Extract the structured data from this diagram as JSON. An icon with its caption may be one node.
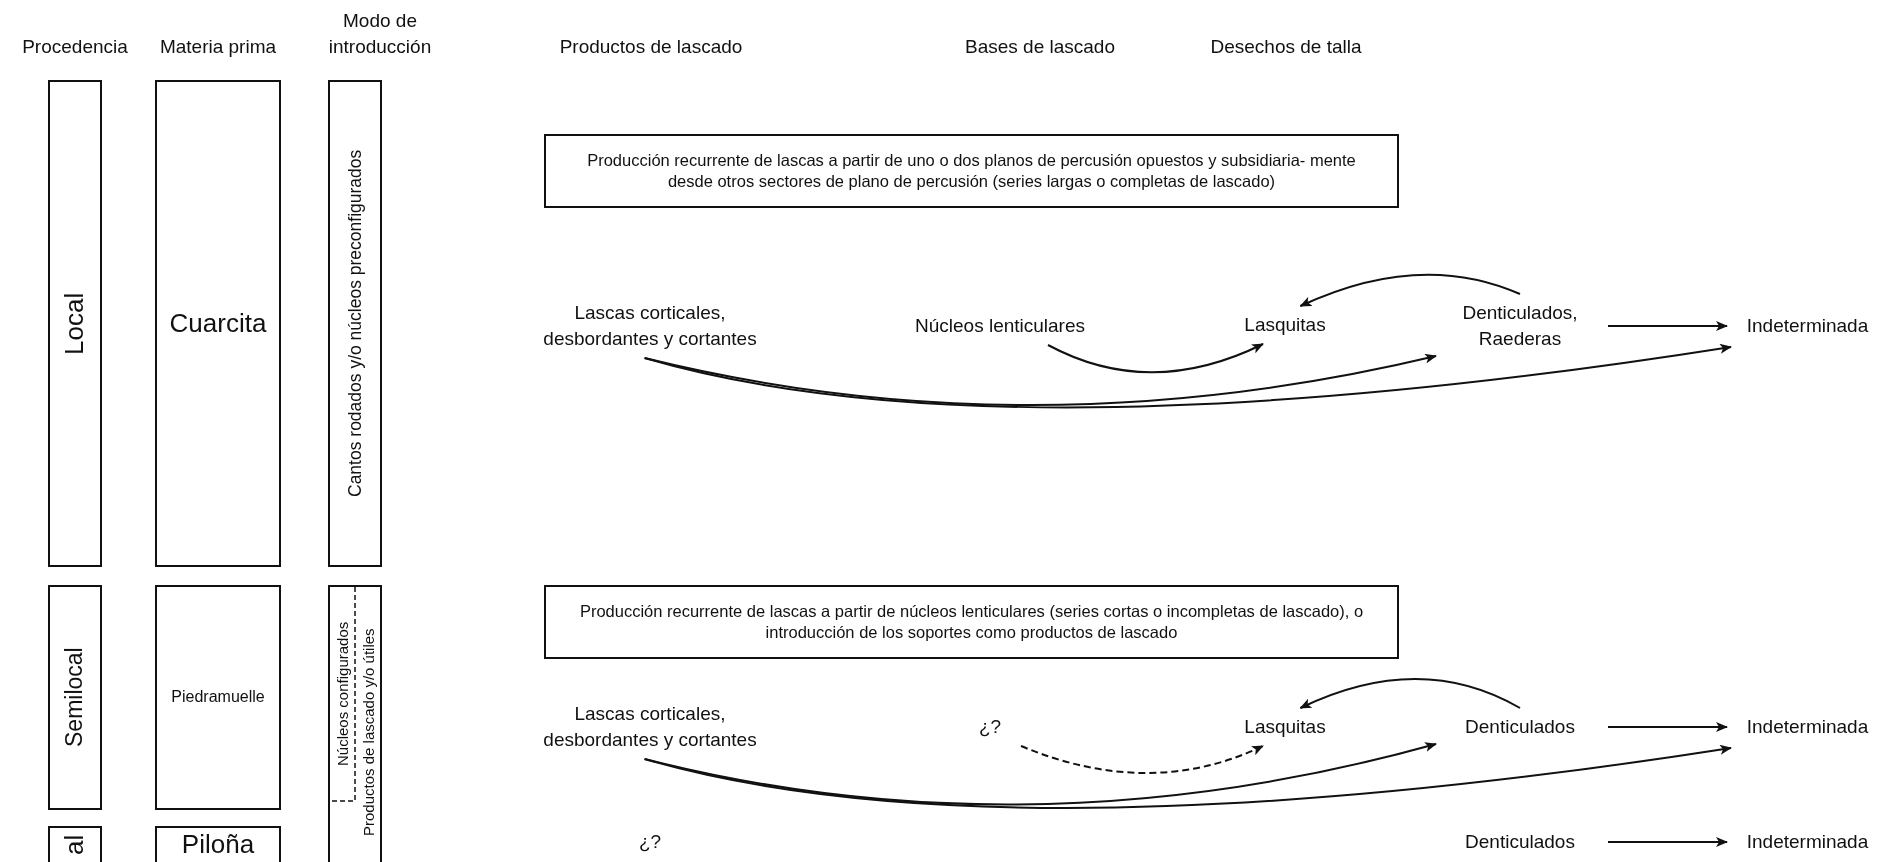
{
  "diagram": {
    "nodes": [
      {
        "text": [
          "Local"
        ]
      },
      {
        "text": [
          "Cuarcita"
        ]
      },
      {
        "text": [
          "Cantos rodados y/o núcleos preconfigurados"
        ]
      },
      {
        "text": [
          "Semilocal"
        ]
      },
      {
        "text": [
          "Piedramuelle"
        ]
      },
      {
        "text": [
          "Núcleos configurados",
          "Productos de lascado y/o útiles"
        ]
      },
      {
        "text": [
          "al"
        ]
      },
      {
        "text": [
          "Piloña"
        ]
      },
      {
        "text": [
          "Producción recurrente de lascas a partir de uno o dos planos de percusión opuestos y subsidiaria- mente desde otros sectores de plano de percusión (series largas o completas de lascado)"
        ]
      },
      {
        "text": [
          "Lascas corticales, desbordantes y cortantes"
        ]
      },
      {
        "text": [
          "Núcleos lenticulares"
        ]
      },
      {
        "text": [
          "Lasquitas"
        ]
      },
      {
        "text": [
          "Denticulados, Raederas"
        ]
      },
      {
        "text": [
          "Indeterminada"
        ]
      },
      {
        "text": [
          "Producción recurrente de lascas a partir de núcleos lenticulares (series cortas o incompletas de lascado), o introducción de los soportes como productos de lascado"
        ]
      },
      {
        "text": [
          "Lascas corticales, desbordantes y cortantes"
        ]
      },
      {
        "text": [
          "¿?"
        ]
      },
      {
        "text": [
          "Lasquitas"
        ]
      },
      {
        "text": [
          "Denticulados"
        ]
      },
      {
        "text": [
          "Indeterminada"
        ]
      },
      {
        "text": [
          "Denticulados"
        ]
      },
      {
        "text": [
          "Indeterminada"
        ]
      }
    ],
    "edges": [
      {
        "from": 12,
        "to": 11,
        "arrow": "to"
      },
      {
        "from": 10,
        "to": 11,
        "arrow": "to"
      },
      {
        "from": 9,
        "to": 12,
        "arrow": "to"
      },
      {
        "from": 9,
        "to": 13,
        "arrow": "to"
      },
      {
        "from": 12,
        "to": 13,
        "arrow": "to"
      },
      {
        "from": 18,
        "to": 17,
        "arrow": "to"
      },
      {
        "from": 16,
        "to": 17,
        "arrow": "to",
        "style": "dashed"
      },
      {
        "from": 15,
        "to": 18,
        "arrow": "to"
      },
      {
        "from": 15,
        "to": 19,
        "arrow": "to"
      },
      {
        "from": 18,
        "to": 19,
        "arrow": "to"
      },
      {
        "from": 20,
        "to": 21,
        "arrow": "to"
      }
    ],
    "labels": [
      "Procedencia",
      "Materia prima",
      "Modo de introducción",
      "Productos de lascado",
      "Bases de lascado",
      "Desechos de talla",
      "¿?"
    ]
  }
}
